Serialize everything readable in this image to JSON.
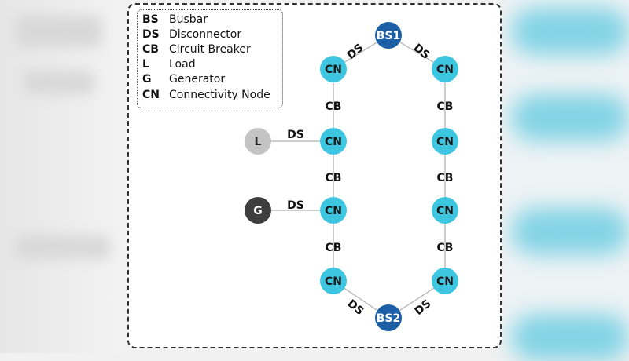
{
  "legend": [
    {
      "abbr": "BS",
      "desc": "Busbar"
    },
    {
      "abbr": "DS",
      "desc": "Disconnector"
    },
    {
      "abbr": "CB",
      "desc": "Circuit Breaker"
    },
    {
      "abbr": "L",
      "desc": "Load"
    },
    {
      "abbr": "G",
      "desc": "Generator"
    },
    {
      "abbr": "CN",
      "desc": "Connectivity Node"
    }
  ],
  "colors": {
    "busbar": "#1d5fa6",
    "connectivity_node": "#3ec6e0",
    "load": "#c4c4c4",
    "generator": "#3e3e3e",
    "edge": "#bdbdbd"
  },
  "nodes": [
    {
      "id": "bs1",
      "label": "BS1",
      "kind": "busbar"
    },
    {
      "id": "cn_l1",
      "label": "CN",
      "kind": "connectivity_node"
    },
    {
      "id": "cn_r1",
      "label": "CN",
      "kind": "connectivity_node"
    },
    {
      "id": "cn_l2",
      "label": "CN",
      "kind": "connectivity_node"
    },
    {
      "id": "cn_r2",
      "label": "CN",
      "kind": "connectivity_node"
    },
    {
      "id": "cn_l3",
      "label": "CN",
      "kind": "connectivity_node"
    },
    {
      "id": "cn_r3",
      "label": "CN",
      "kind": "connectivity_node"
    },
    {
      "id": "cn_l4",
      "label": "CN",
      "kind": "connectivity_node"
    },
    {
      "id": "cn_r4",
      "label": "CN",
      "kind": "connectivity_node"
    },
    {
      "id": "bs2",
      "label": "BS2",
      "kind": "busbar"
    },
    {
      "id": "load",
      "label": "L",
      "kind": "load"
    },
    {
      "id": "gen",
      "label": "G",
      "kind": "generator"
    }
  ],
  "edges": [
    {
      "from": "bs1",
      "to": "cn_l1",
      "label": "DS"
    },
    {
      "from": "bs1",
      "to": "cn_r1",
      "label": "DS"
    },
    {
      "from": "cn_l1",
      "to": "cn_l2",
      "label": "CB"
    },
    {
      "from": "cn_r1",
      "to": "cn_r2",
      "label": "CB"
    },
    {
      "from": "cn_l2",
      "to": "cn_l3",
      "label": "CB"
    },
    {
      "from": "cn_r2",
      "to": "cn_r3",
      "label": "CB"
    },
    {
      "from": "cn_l3",
      "to": "cn_l4",
      "label": "CB"
    },
    {
      "from": "cn_r3",
      "to": "cn_r4",
      "label": "CB"
    },
    {
      "from": "cn_l4",
      "to": "bs2",
      "label": "DS"
    },
    {
      "from": "cn_r4",
      "to": "bs2",
      "label": "DS"
    },
    {
      "from": "load",
      "to": "cn_l2",
      "label": "DS"
    },
    {
      "from": "gen",
      "to": "cn_l3",
      "label": "DS"
    }
  ]
}
